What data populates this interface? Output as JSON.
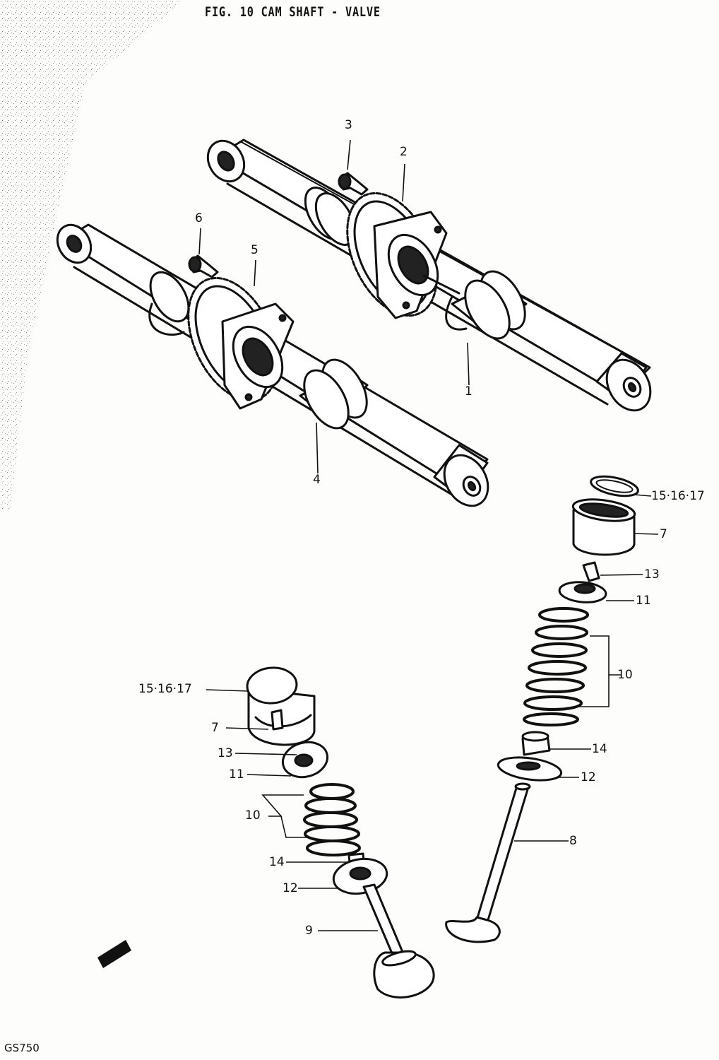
{
  "title": "FIG. 10  CAM SHAFT - VALVE",
  "footer_model": "GS750",
  "callouts": {
    "n1": "1",
    "n2": "2",
    "n3": "3",
    "n4": "4",
    "n5": "5",
    "n6": "6",
    "n15_right": "15·16·17",
    "n7_right": "7",
    "n13_right": "13",
    "n11_right": "11",
    "n10_right": "10",
    "n14_right": "14",
    "n12_right": "12",
    "n8": "8",
    "n15_left": "15·16·17",
    "n7_left": "7",
    "n13_left": "13",
    "n11_left": "11",
    "n10_left": "10",
    "n14_left": "14",
    "n12_left": "12",
    "n9": "9"
  }
}
